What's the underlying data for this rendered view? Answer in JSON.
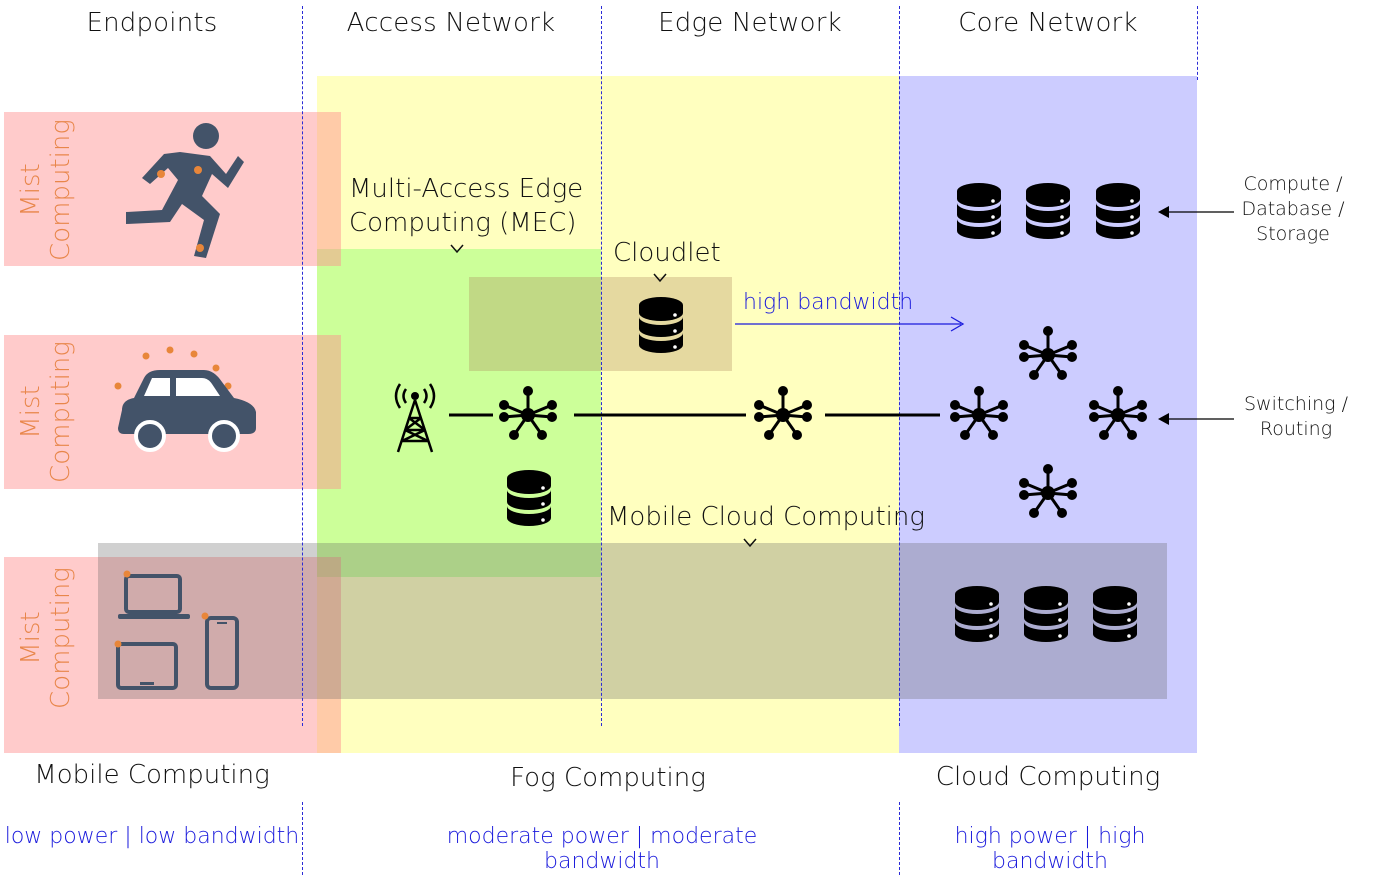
{
  "headers": {
    "endpoints": "Endpoints",
    "access": "Access Network",
    "edge": "Edge Network",
    "core": "Core Network"
  },
  "mist": {
    "line1": "Mist",
    "line2": "Computing"
  },
  "labels": {
    "mec_line1": "Multi-Access Edge",
    "mec_line2": "Computing (MEC)",
    "cloudlet": "Cloudlet",
    "high_bandwidth": "high bandwidth",
    "mobile_cloud": "Mobile Cloud Computing",
    "compute_line1": "Compute /",
    "compute_line2": "Database /",
    "compute_line3": "Storage",
    "switching_line1": "Switching /",
    "switching_line2": "Routing"
  },
  "footer": {
    "mobile": "Mobile Computing",
    "fog": "Fog Computing",
    "cloud": "Cloud Computing",
    "mobile_specs": "low power | low bandwidth",
    "fog_specs": "moderate power | moderate bandwidth",
    "cloud_specs": "high power | high bandwidth"
  },
  "colors": {
    "mist": "#ff8c8c",
    "mist_text": "#e8864a",
    "fog": "#ffffbf",
    "mec": "#ccff99",
    "cloud": "#ccccff",
    "accent_blue": "#1a1adc",
    "icon_dark": "#435369",
    "icon_dot": "#e8863a"
  },
  "icons": {
    "runner": "running-person-icon",
    "car": "car-icon",
    "devices": "laptop-tablet-phone-icon",
    "tower": "cell-tower-icon",
    "hub": "network-hub-icon",
    "database": "database-icon"
  }
}
